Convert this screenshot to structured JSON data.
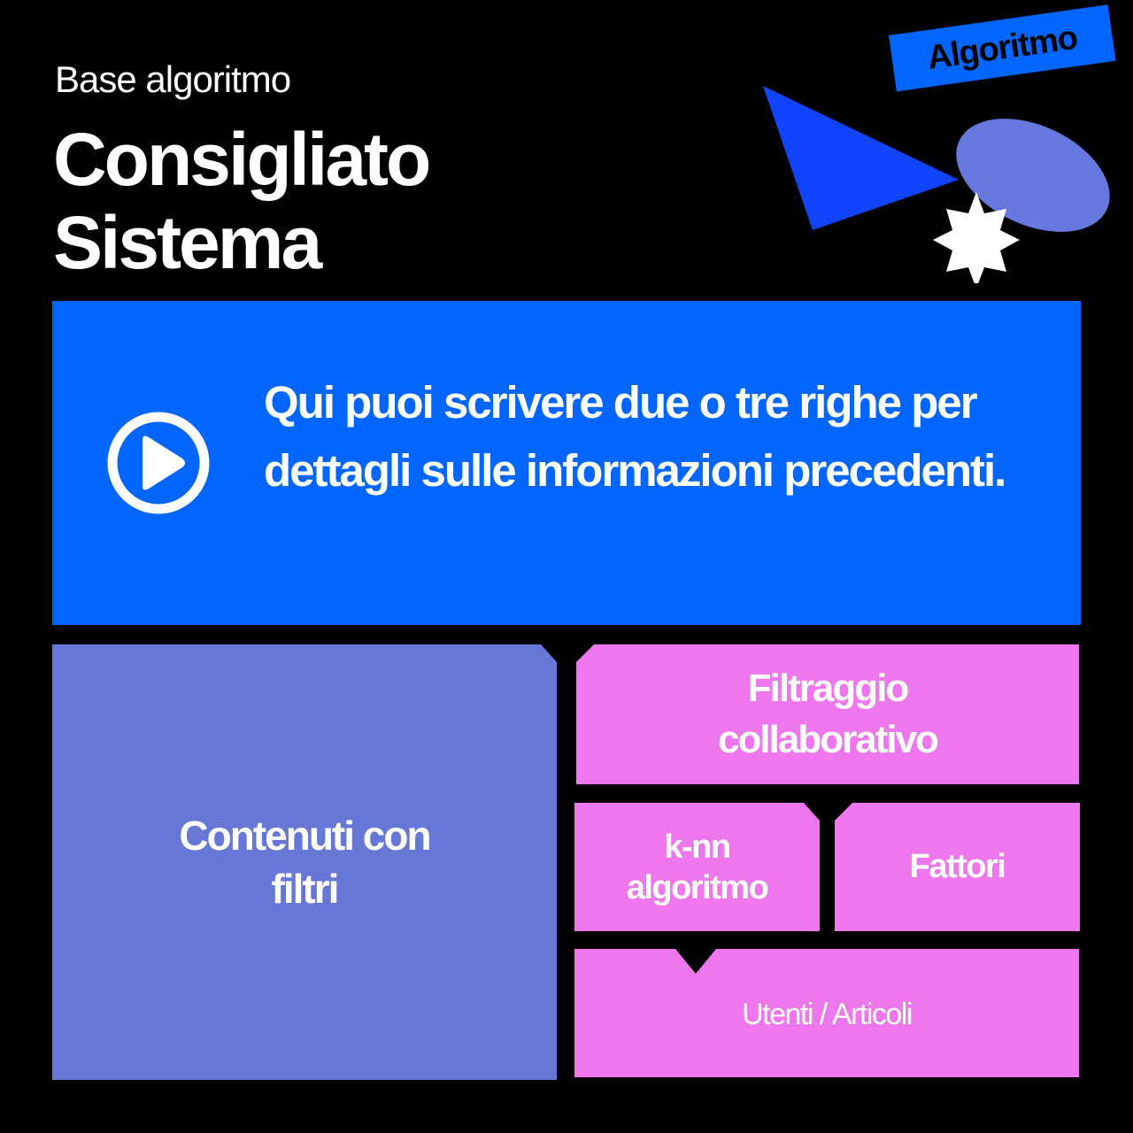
{
  "header": {
    "subtitle": "Base algoritmo",
    "title_line1": "Consigliato",
    "title_line2": "Sistema"
  },
  "badge": {
    "label": "Algoritmo"
  },
  "info": {
    "text": "Qui puoi scrivere due o tre righe per dettagli sulle informazioni precedenti.",
    "icon": "play-circle-icon"
  },
  "diagram": {
    "content_filter": "Contenuti con filtri",
    "collaborative": "Filtraggio collaborativo",
    "knn": "k-nn algoritmo",
    "factors": "Fattori",
    "users_items": "Utenti / Articoli"
  },
  "colors": {
    "background": "#000000",
    "blue": "#0066ff",
    "periwinkle": "#6677d6",
    "pink": "#ee77ee",
    "triangle": "#1144ff"
  }
}
